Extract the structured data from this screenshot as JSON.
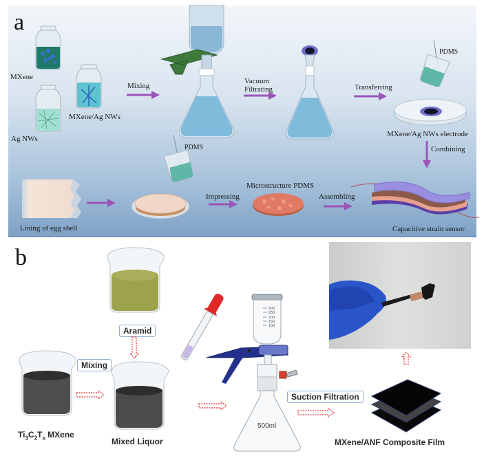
{
  "figure": {
    "panels": [
      {
        "letter": "a",
        "labels": {
          "mxene": "MXene",
          "ag_nws": "Ag NWs",
          "mxene_ag_nws": "MXene/Ag NWs",
          "mixing": "Mixing",
          "vacuum_filtrating": "Vacuum\nFiltrating",
          "vacuum": "Vacuum",
          "filtrating": "Filtrating",
          "transferring": "Transferring",
          "pdms_top": "PDMS",
          "electrode": "MXene/Ag NWs electrode",
          "combining": "Combining",
          "pdms_bottom": "PDMS",
          "lining": "Lining of egg shell",
          "impressing": "Impressing",
          "microstructure": "Microstructure PDMS",
          "assembling": "Assembling",
          "sensor": "Capacitive strain sensor"
        }
      },
      {
        "letter": "b",
        "labels": {
          "aramid": "Aramid",
          "mixing": "Mixing",
          "mxene_prefix": "Ti",
          "mxene_sub1": "3",
          "mxene_c": "C",
          "mxene_sub2": "2",
          "mxene_t": "T",
          "mxene_subx": "x",
          "mxene_suffix": " MXene",
          "mixed_liquor": "Mixed Liquor",
          "suction_filtration": "Suction Filtration",
          "flask_volume": "500ml",
          "funnel_ticks": [
            "300",
            "250",
            "200",
            "150",
            "100"
          ],
          "composite_film": "MXene/ANF Composite Film"
        }
      }
    ],
    "colors": {
      "arrow_a": "#9a55b8",
      "arrow_b": "#e03030",
      "panel_a_bg_top": "#f3f6fa",
      "panel_a_bg_bottom": "#7fa2c6",
      "label_box_border": "#8fb0d8"
    }
  }
}
